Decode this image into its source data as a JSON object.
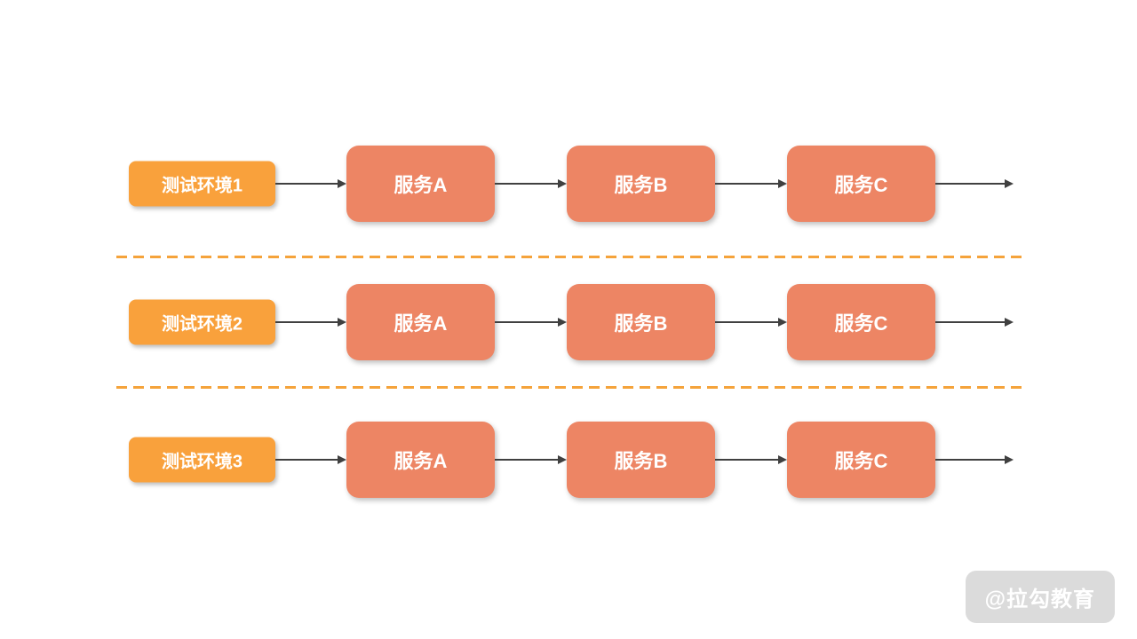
{
  "diagram": {
    "rows": [
      {
        "env_label": "测试环境1",
        "services": [
          "服务A",
          "服务B",
          "服务C"
        ]
      },
      {
        "env_label": "测试环境2",
        "services": [
          "服务A",
          "服务B",
          "服务C"
        ]
      },
      {
        "env_label": "测试环境3",
        "services": [
          "服务A",
          "服务B",
          "服务C"
        ]
      }
    ],
    "watermark": "@拉勾教育",
    "colors": {
      "env_box": "#F9A13C",
      "service_box": "#ED8564",
      "divider": "#F5A33B",
      "arrow": "#404040"
    }
  }
}
